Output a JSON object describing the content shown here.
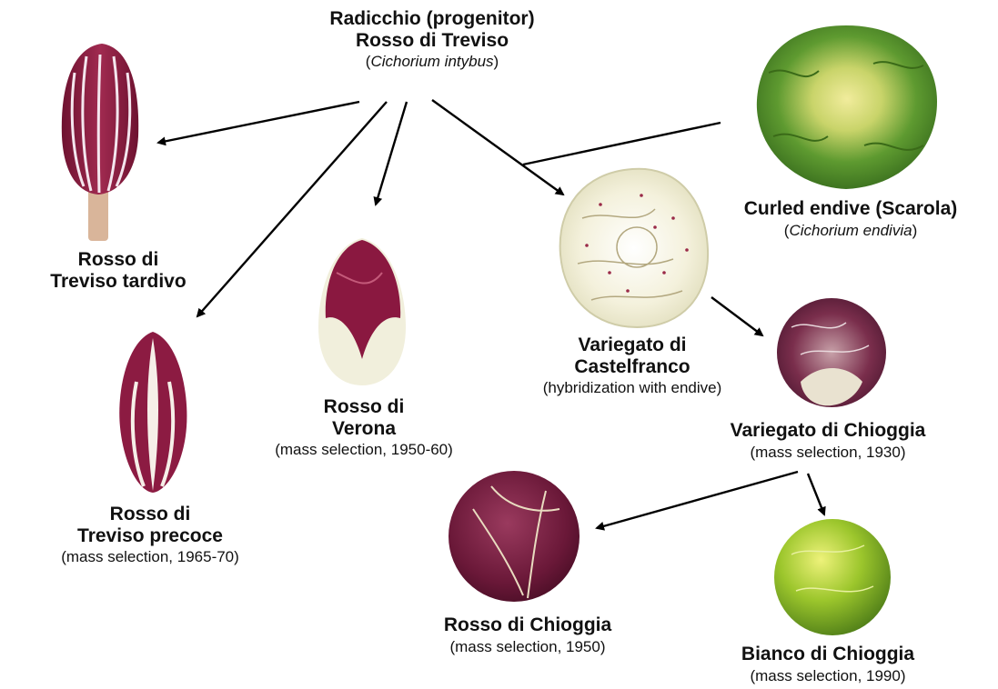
{
  "progenitor": {
    "title_line1": "Radicchio  (progenitor)",
    "title_line2": "Rosso di Treviso",
    "species_open": "(",
    "species": "Cichorium intybus",
    "species_close": ")"
  },
  "nodes": {
    "treviso_tardivo": {
      "line1": "Rosso di",
      "line2": "Treviso tardivo"
    },
    "treviso_precoce": {
      "line1": "Rosso di",
      "line2": "Treviso precoce",
      "note": "(mass selection, 1965-70)"
    },
    "verona": {
      "line1": "Rosso di",
      "line2": "Verona",
      "note": "(mass selection, 1950-60)"
    },
    "castelfranco": {
      "line1": "Variegato di",
      "line2": "Castelfranco",
      "note": "(hybridization with endive)"
    },
    "endive": {
      "title": "Curled endive (Scarola)",
      "species_open": "(",
      "species": "Cichorium endivia",
      "species_close": ")"
    },
    "variegato_chioggia": {
      "title": "Variegato di Chioggia",
      "note": "(mass selection, 1930)"
    },
    "rosso_chioggia": {
      "title": "Rosso di Chioggia",
      "note": "(mass selection, 1950)"
    },
    "bianco_chioggia": {
      "title": "Bianco di Chioggia",
      "note": "(mass selection, 1990)"
    }
  },
  "colors": {
    "arrow": "#000000",
    "radicchio_red": "#8a1a3c",
    "radicchio_dark": "#5a0f2a",
    "leaf_white": "#f3efe0",
    "endive_green": "#4f8a2a",
    "endive_yellow": "#e6e08a",
    "bianco_green": "#8fbf2a"
  }
}
